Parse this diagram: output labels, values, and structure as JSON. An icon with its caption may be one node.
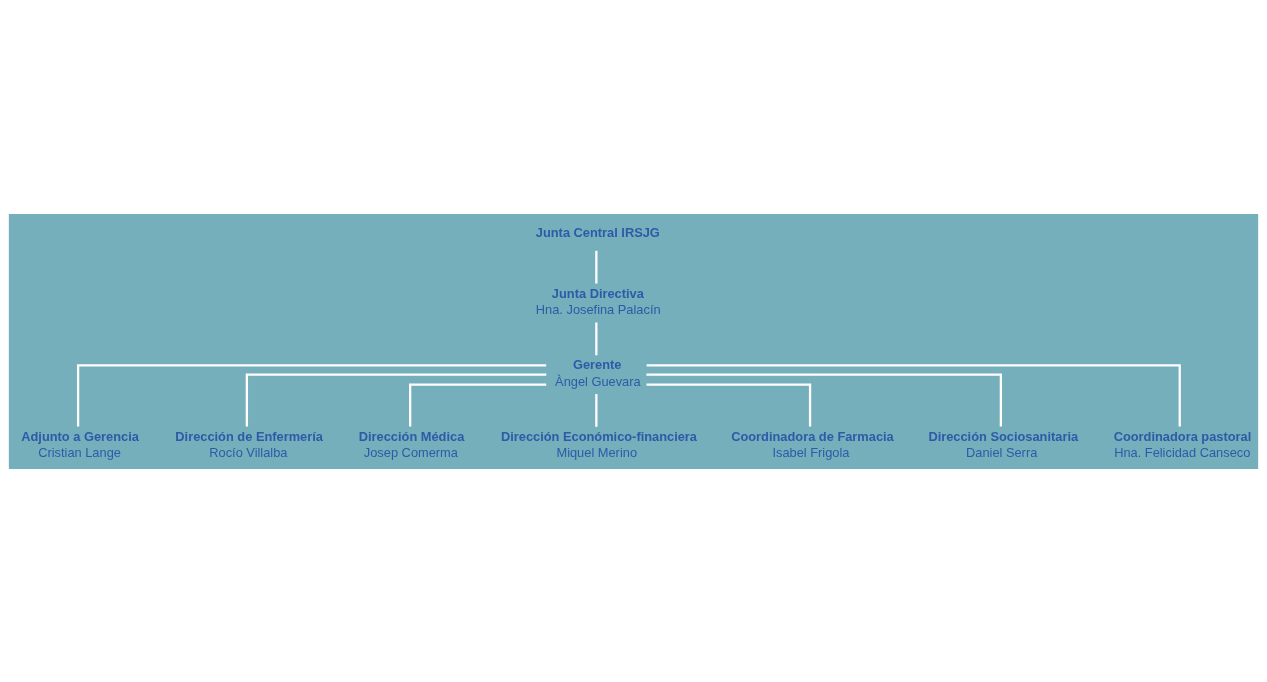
{
  "diagram": {
    "nodes": [
      {
        "text": [
          "Junta Central IRSJG"
        ]
      },
      {
        "text": [
          "Junta Directiva",
          "Hna. Josefina Palacín"
        ]
      },
      {
        "text": [
          "Gerente",
          "Àngel Guevara"
        ]
      },
      {
        "text": [
          "Adjunto a Gerencia",
          "Cristian Lange"
        ]
      },
      {
        "text": [
          "Dirección de Enfermería",
          "Rocío Villalba"
        ]
      },
      {
        "text": [
          "Dirección Médica",
          "Josep Comerma"
        ]
      },
      {
        "text": [
          "Dirección Económico-financiera",
          "Miquel Merino"
        ]
      },
      {
        "text": [
          "Coordinadora de Farmacia",
          "Isabel Frigola"
        ]
      },
      {
        "text": [
          "Dirección Sociosanitaria",
          "Daniel Serra"
        ]
      },
      {
        "text": [
          "Coordinadora pastoral",
          "Hna. Felicidad Canseco"
        ]
      }
    ],
    "edges": [
      {
        "from": 0,
        "to": 1,
        "arrow": "none"
      },
      {
        "from": 1,
        "to": 2,
        "arrow": "none"
      },
      {
        "from": 2,
        "to": 3,
        "arrow": "none"
      },
      {
        "from": 2,
        "to": 4,
        "arrow": "none"
      },
      {
        "from": 2,
        "to": 5,
        "arrow": "none"
      },
      {
        "from": 2,
        "to": 6,
        "arrow": "none"
      },
      {
        "from": 2,
        "to": 7,
        "arrow": "none"
      },
      {
        "from": 2,
        "to": 8,
        "arrow": "none"
      },
      {
        "from": 2,
        "to": 9,
        "arrow": "none"
      }
    ]
  }
}
